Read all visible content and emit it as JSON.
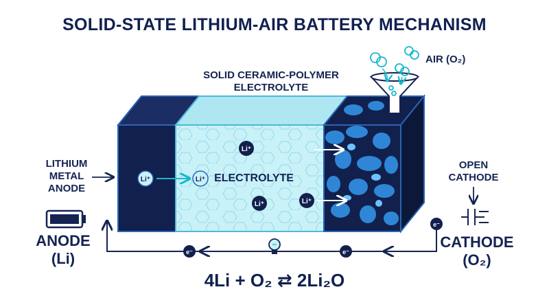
{
  "title": "SOLID-STATE LITHIUM-AIR BATTERY MECHANISM",
  "labels": {
    "electrolyte_line1": "SOLID CERAMIC-POLYMER",
    "electrolyte_line2": "ELECTROLYTE",
    "air": "AIR (O₂)",
    "anode_metal_line1": "LITHIUM",
    "anode_metal_line2": "METAL",
    "anode_metal_line3": "ANODE",
    "open_cathode_line1": "OPEN",
    "open_cathode_line2": "CATHODE",
    "anode_line1": "ANODE",
    "anode_line2": "(Li)",
    "cathode_line1": "CATHODE",
    "cathode_line2": "(O₂)",
    "center": "ELECTROLYTE"
  },
  "ions": {
    "lithium_ion": "Li⁺",
    "electron": "e⁻",
    "oxygen": "O₂"
  },
  "equation": "4Li + O₂ ⇄ 2Li₂O",
  "colors": {
    "navy": "#0f1d45",
    "anode": "#12204d",
    "electrolyte": "#c9f1f8",
    "cathode_pore": "#2f86d6",
    "accent_cyan": "#18b8cc"
  }
}
